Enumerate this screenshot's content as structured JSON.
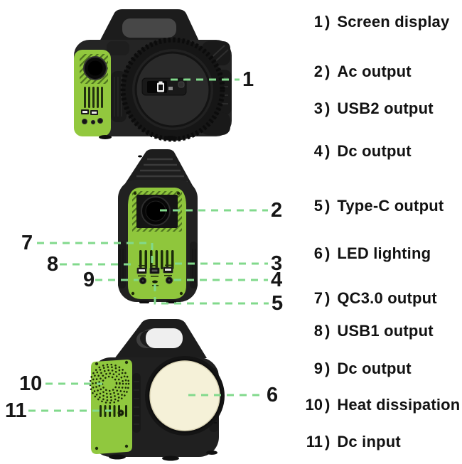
{
  "colors": {
    "accent_green": "#8fc63c",
    "callout_line_green": "#82d98c",
    "body_black": "#202020",
    "led_warm_white": "#f5f1d8",
    "text_black": "#121212",
    "background": "#ffffff"
  },
  "icons": {
    "display_battery": "battery-icon"
  },
  "callouts": [
    "1",
    "2",
    "3",
    "4",
    "5",
    "6",
    "7",
    "8",
    "9",
    "10",
    "11"
  ],
  "legend": {
    "paren": ")",
    "items": [
      {
        "number": "1",
        "label": "Screen display"
      },
      {
        "number": "2",
        "label": "Ac output"
      },
      {
        "number": "3",
        "label": "USB2 output"
      },
      {
        "number": "4",
        "label": "Dc output"
      },
      {
        "number": "5",
        "label": "Type-C output"
      },
      {
        "number": "6",
        "label": "LED lighting"
      },
      {
        "number": "7",
        "label": "QC3.0 output"
      },
      {
        "number": "8",
        "label": "USB1 output"
      },
      {
        "number": "9",
        "label": "Dc output"
      },
      {
        "number": "10",
        "label": "Heat dissipation"
      },
      {
        "number": "11",
        "label": "Dc input"
      }
    ]
  }
}
